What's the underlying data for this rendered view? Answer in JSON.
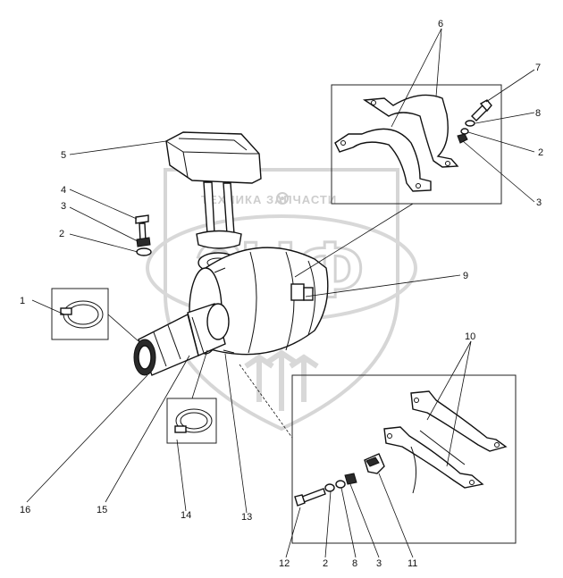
{
  "watermark": {
    "brand_line": "ТЕХНИКА ЗАПЧАСТИ",
    "logo_letters": "ЗЧФ"
  },
  "callouts": [
    {
      "id": "c1",
      "text": "1"
    },
    {
      "id": "c2a",
      "text": "2"
    },
    {
      "id": "c3a",
      "text": "3"
    },
    {
      "id": "c4",
      "text": "4"
    },
    {
      "id": "c5",
      "text": "5"
    },
    {
      "id": "c6",
      "text": "6"
    },
    {
      "id": "c7",
      "text": "7"
    },
    {
      "id": "c8a",
      "text": "8"
    },
    {
      "id": "c2b",
      "text": "2"
    },
    {
      "id": "c3b",
      "text": "3"
    },
    {
      "id": "c9",
      "text": "9"
    },
    {
      "id": "c10",
      "text": "10"
    },
    {
      "id": "c16",
      "text": "16"
    },
    {
      "id": "c15",
      "text": "15"
    },
    {
      "id": "c14",
      "text": "14"
    },
    {
      "id": "c13",
      "text": "13"
    },
    {
      "id": "c12",
      "text": "12"
    },
    {
      "id": "c2c",
      "text": "2"
    },
    {
      "id": "c8b",
      "text": "8"
    },
    {
      "id": "c3c",
      "text": "3"
    },
    {
      "id": "c11",
      "text": "11"
    }
  ]
}
